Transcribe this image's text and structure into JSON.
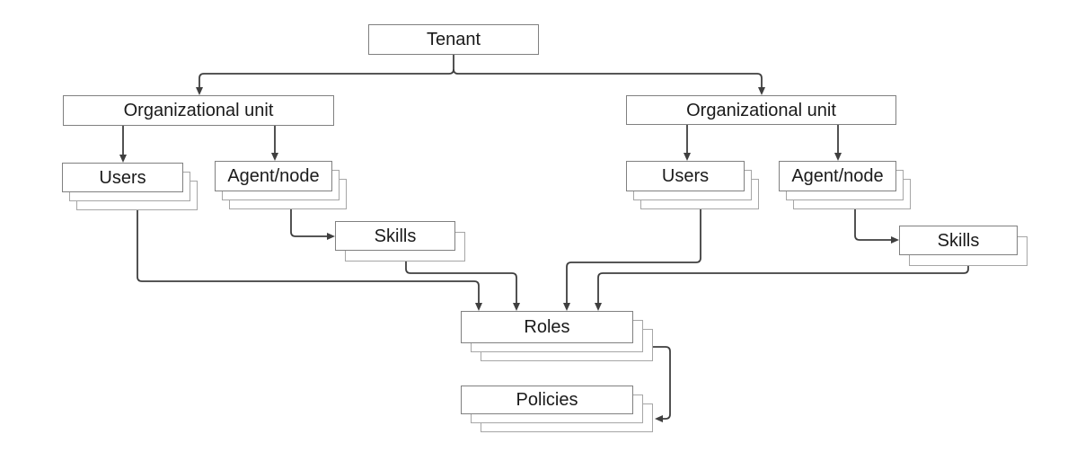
{
  "diagram": {
    "title": "Tenant hierarchy diagram",
    "type": "hierarchy-flowchart",
    "colors": {
      "background": "#ffffff",
      "box_border": "#808080",
      "stack_border": "#a6a6a6",
      "connector": "#3f3f3f",
      "text": "#1a1a1a"
    }
  },
  "nodes": {
    "tenant": {
      "label": "Tenant",
      "stacked": false,
      "layers": 1
    },
    "ou_left": {
      "label": "Organizational unit",
      "stacked": false,
      "layers": 1
    },
    "ou_right": {
      "label": "Organizational unit",
      "stacked": false,
      "layers": 1
    },
    "users_left": {
      "label": "Users",
      "stacked": true,
      "layers": 3
    },
    "agent_left": {
      "label": "Agent/node",
      "stacked": true,
      "layers": 3
    },
    "skills_left": {
      "label": "Skills",
      "stacked": true,
      "layers": 2
    },
    "users_right": {
      "label": "Users",
      "stacked": true,
      "layers": 3
    },
    "agent_right": {
      "label": "Agent/node",
      "stacked": true,
      "layers": 3
    },
    "skills_right": {
      "label": "Skills",
      "stacked": true,
      "layers": 2
    },
    "roles": {
      "label": "Roles",
      "stacked": true,
      "layers": 3
    },
    "policies": {
      "label": "Policies",
      "stacked": true,
      "layers": 3
    }
  },
  "edges": [
    {
      "from": "tenant",
      "to": "ou_left"
    },
    {
      "from": "tenant",
      "to": "ou_right"
    },
    {
      "from": "ou_left",
      "to": "users_left"
    },
    {
      "from": "ou_left",
      "to": "agent_left"
    },
    {
      "from": "agent_left",
      "to": "skills_left"
    },
    {
      "from": "users_left",
      "to": "roles"
    },
    {
      "from": "skills_left",
      "to": "roles"
    },
    {
      "from": "ou_right",
      "to": "users_right"
    },
    {
      "from": "ou_right",
      "to": "agent_right"
    },
    {
      "from": "agent_right",
      "to": "skills_right"
    },
    {
      "from": "users_right",
      "to": "roles"
    },
    {
      "from": "skills_right",
      "to": "roles"
    },
    {
      "from": "roles",
      "to": "policies"
    }
  ]
}
